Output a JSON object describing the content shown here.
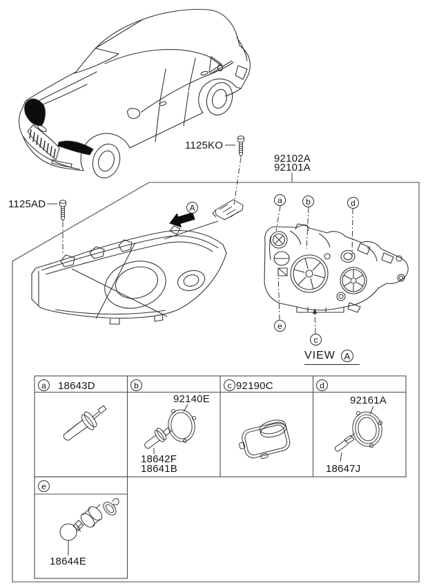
{
  "colors": {
    "background": "#ffffff",
    "line": "#333333",
    "box_line": "#4a4a4a",
    "text": "#141414",
    "black_fill": "#0d0d0d"
  },
  "annotations": {
    "bolt_top_label": "1125KO",
    "assembly_label_line1": "92102A",
    "assembly_label_line2": "92101A",
    "bolt_side_label": "1125AD",
    "view_word": "VIEW",
    "view_letter": "A",
    "arrow_letter": "A"
  },
  "callouts": {
    "a": "a",
    "b": "b",
    "c": "c",
    "d": "d",
    "e": "e"
  },
  "legend_table": {
    "cells": [
      {
        "letter": "a",
        "header_part": "18643D",
        "parts": []
      },
      {
        "letter": "b",
        "header_part": "",
        "parts": [
          "92140E",
          "18642F",
          "18641B"
        ]
      },
      {
        "letter": "c",
        "header_part": "92190C",
        "parts": []
      },
      {
        "letter": "d",
        "header_part": "",
        "parts": [
          "92161A",
          "18647J"
        ]
      },
      {
        "letter": "e",
        "header_part": "",
        "parts": [
          "18644E"
        ]
      }
    ]
  }
}
